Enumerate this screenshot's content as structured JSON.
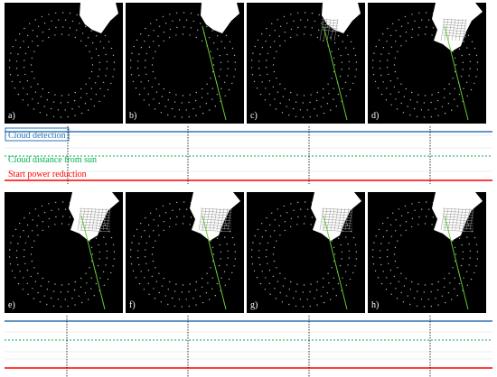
{
  "figure": {
    "panels_top": [
      {
        "label": "a)",
        "cloud": "small",
        "ray": false,
        "grid": 0
      },
      {
        "label": "b)",
        "cloud": "small",
        "ray": true,
        "grid": 0
      },
      {
        "label": "c)",
        "cloud": "small",
        "ray": true,
        "grid": 1
      },
      {
        "label": "d)",
        "cloud": "large",
        "ray": true,
        "grid": 2
      }
    ],
    "panels_bottom": [
      {
        "label": "e)",
        "cloud": "large",
        "ray": true,
        "grid": 3
      },
      {
        "label": "f)",
        "cloud": "large",
        "ray": true,
        "grid": 3
      },
      {
        "label": "g)",
        "cloud": "large",
        "ray": true,
        "grid": 3
      },
      {
        "label": "h)",
        "cloud": "large",
        "ray": true,
        "grid": 3
      }
    ],
    "legend": {
      "cloud_detection": "Cloud detection",
      "cloud_distance": "Cloud distance from sun",
      "start_power_reduction": "Start power reduction"
    },
    "colors": {
      "cloud_detection": "#2e75b6",
      "cloud_distance": "#00b050",
      "start_power_reduction": "#ff0000",
      "panel_bg": "#000000",
      "cloud": "#ffffff",
      "sun_ray": "#66cc33"
    }
  }
}
